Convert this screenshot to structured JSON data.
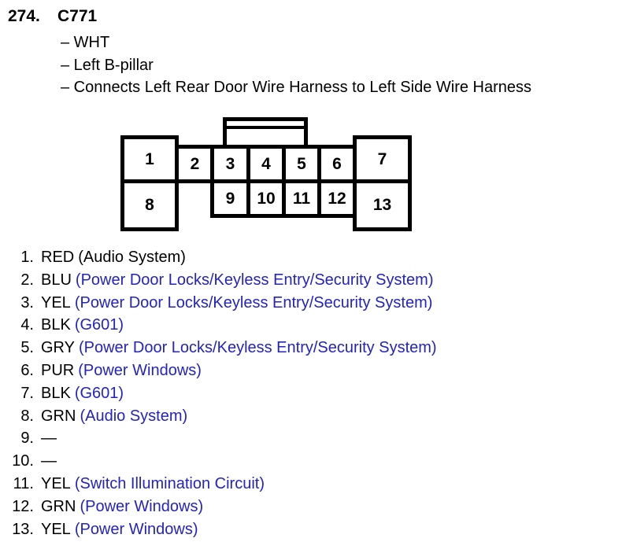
{
  "header": {
    "item_number": "274.",
    "connector_id": "C771",
    "details": [
      "– WHT",
      "– Left B-pillar",
      "– Connects Left Rear Door Wire Harness to Left Side Wire Harness"
    ]
  },
  "connector": {
    "cavities": [
      "1",
      "2",
      "3",
      "4",
      "5",
      "6",
      "7",
      "8",
      "9",
      "10",
      "11",
      "12",
      "13"
    ]
  },
  "pins": [
    {
      "num": "1.",
      "color": "RED",
      "circuit": "(Audio System)",
      "linked": false
    },
    {
      "num": "2.",
      "color": "BLU",
      "circuit": "(Power Door Locks/Keyless Entry/Security System)",
      "linked": true
    },
    {
      "num": "3.",
      "color": "YEL",
      "circuit": "(Power Door Locks/Keyless Entry/Security System)",
      "linked": true
    },
    {
      "num": "4.",
      "color": "BLK",
      "circuit": "(G601)",
      "linked": true
    },
    {
      "num": "5.",
      "color": "GRY",
      "circuit": "(Power Door Locks/Keyless Entry/Security System)",
      "linked": true
    },
    {
      "num": "6.",
      "color": "PUR",
      "circuit": "(Power Windows)",
      "linked": true
    },
    {
      "num": "7.",
      "color": "BLK",
      "circuit": "(G601)",
      "linked": true
    },
    {
      "num": "8.",
      "color": "GRN",
      "circuit": "(Audio System)",
      "linked": true
    },
    {
      "num": "9.",
      "color": "—",
      "circuit": "",
      "linked": false
    },
    {
      "num": "10.",
      "color": "—",
      "circuit": "",
      "linked": false
    },
    {
      "num": "11.",
      "color": "YEL",
      "circuit": "(Switch Illumination Circuit)",
      "linked": true
    },
    {
      "num": "12.",
      "color": "GRN",
      "circuit": "(Power Windows)",
      "linked": true
    },
    {
      "num": "13.",
      "color": "YEL",
      "circuit": "(Power Windows)",
      "linked": true
    }
  ],
  "colors": {
    "link_blue": "#2323c1",
    "text_black": "#000000",
    "diagram_line": "#000000",
    "background": "#ffffff"
  }
}
